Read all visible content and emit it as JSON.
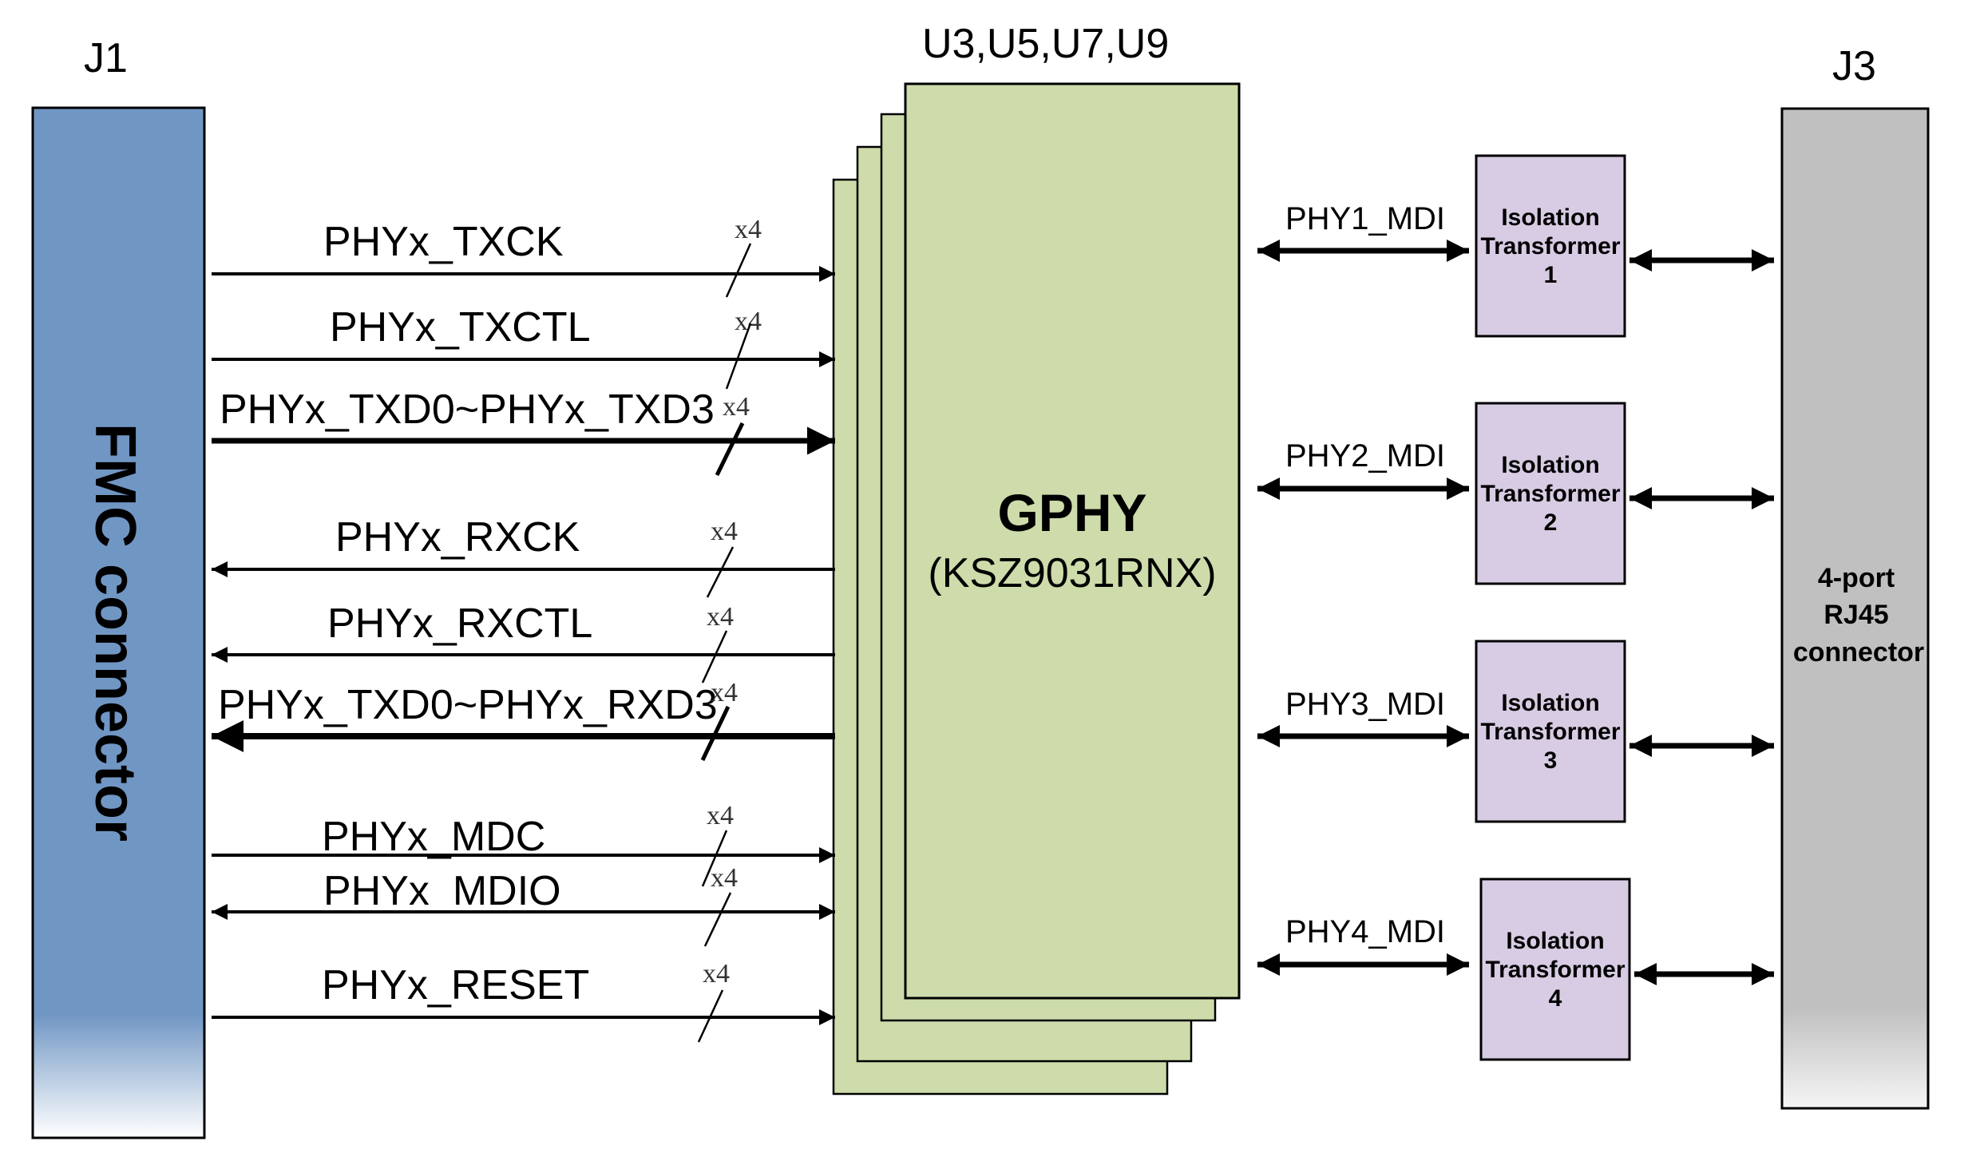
{
  "labels": {
    "j1": "J1",
    "j3": "J3",
    "chips": "U3,U5,U7,U9",
    "gphy_title": "GPHY",
    "gphy_part": "(KSZ9031RNX)",
    "fmc": "FMC  connector",
    "rj45_line1": "4-port",
    "rj45_line2": "RJ45",
    "rj45_line3": "connector",
    "bus_width": "x4"
  },
  "signals": [
    {
      "name": "PHYx_TXCK",
      "direction": "to-phy"
    },
    {
      "name": "PHYx_TXCTL",
      "direction": "to-phy"
    },
    {
      "name": "PHYx_TXD0~PHYx_TXD3",
      "direction": "to-phy"
    },
    {
      "name": "PHYx_RXCK",
      "direction": "to-fmc"
    },
    {
      "name": "PHYx_RXCTL",
      "direction": "to-fmc"
    },
    {
      "name": "PHYx_TXD0~PHYx_RXD3",
      "direction": "to-fmc"
    },
    {
      "name": "PHYx_MDC",
      "direction": "to-phy"
    },
    {
      "name": "PHYx_MDIO",
      "direction": "bidirectional"
    },
    {
      "name": "PHYx_RESET",
      "direction": "to-phy"
    }
  ],
  "ports": [
    {
      "mdi": "PHY1_MDI",
      "line1": "Isolation",
      "line2": "Transformer",
      "line3": "1"
    },
    {
      "mdi": "PHY2_MDI",
      "line1": "Isolation",
      "line2": "Transformer",
      "line3": "2"
    },
    {
      "mdi": "PHY3_MDI",
      "line1": "Isolation",
      "line2": "Transformer",
      "line3": "3"
    },
    {
      "mdi": "PHY4_MDI",
      "line1": "Isolation",
      "line2": "Transformer",
      "line3": "4"
    }
  ],
  "colors": {
    "fmc": "#7096c4",
    "phy": "#cddcaa",
    "transformer": "#d8cce4",
    "rj45": "#c0c0c0",
    "line": "#000000"
  }
}
